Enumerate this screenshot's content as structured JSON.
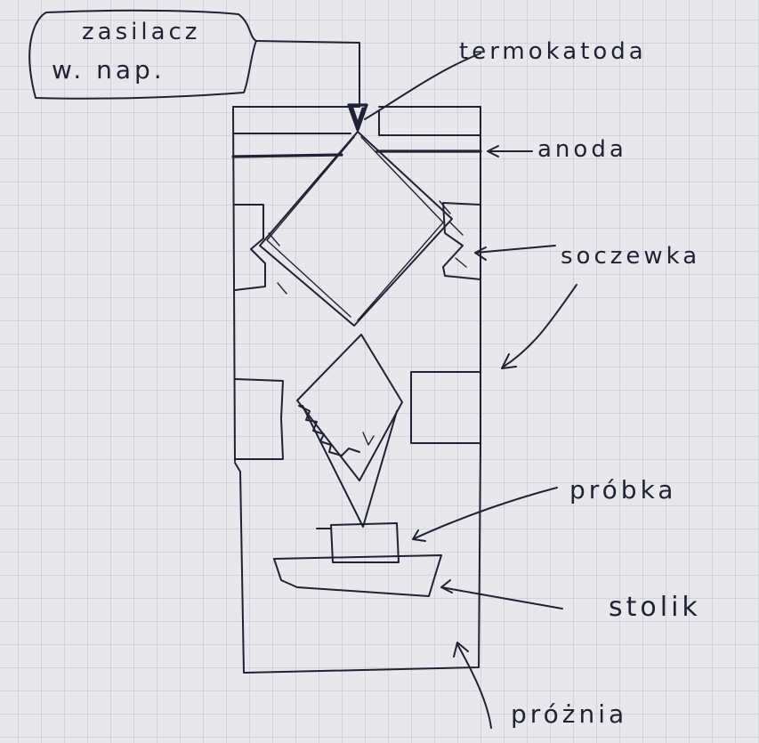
{
  "labels": {
    "power_supply_line1": "zasilacz",
    "power_supply_line2": "w. nap.",
    "thermocathode": "termokatoda",
    "anode": "anoda",
    "lens": "soczewka",
    "sample": "próbka",
    "stage": "stolik",
    "vacuum": "próżnia"
  },
  "colors": {
    "ink": "#1f2235",
    "paper": "#e8e7eb",
    "grid": "#969fb9"
  }
}
